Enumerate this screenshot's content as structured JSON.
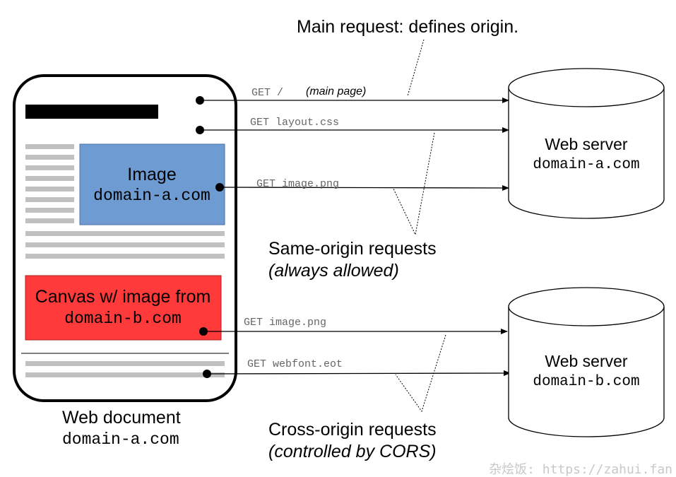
{
  "main_request_note": "Main request: defines origin.",
  "requests": {
    "get_root": "GET /",
    "main_page_label": "(main page)",
    "get_layout_css": "GET layout.css",
    "get_image_a": "GET image.png",
    "get_image_b": "GET image.png",
    "get_webfont": "GET webfont.eot"
  },
  "web_document": {
    "label": "Web document",
    "domain": "domain-a.com",
    "image_box": {
      "title": "Image",
      "domain": "domain-a.com",
      "color": "#6d9bd2"
    },
    "canvas_box": {
      "title": "Canvas w/ image from",
      "domain": "domain-b.com",
      "color": "#ff3a3a"
    }
  },
  "servers": [
    {
      "title": "Web server",
      "domain": "domain-a.com"
    },
    {
      "title": "Web server",
      "domain": "domain-b.com"
    }
  ],
  "same_origin": {
    "title": "Same-origin requests",
    "subtitle": "(always allowed)"
  },
  "cross_origin": {
    "title": "Cross-origin requests",
    "subtitle": "(controlled by CORS)"
  },
  "watermark": "杂烩饭: https://zahui.fan"
}
